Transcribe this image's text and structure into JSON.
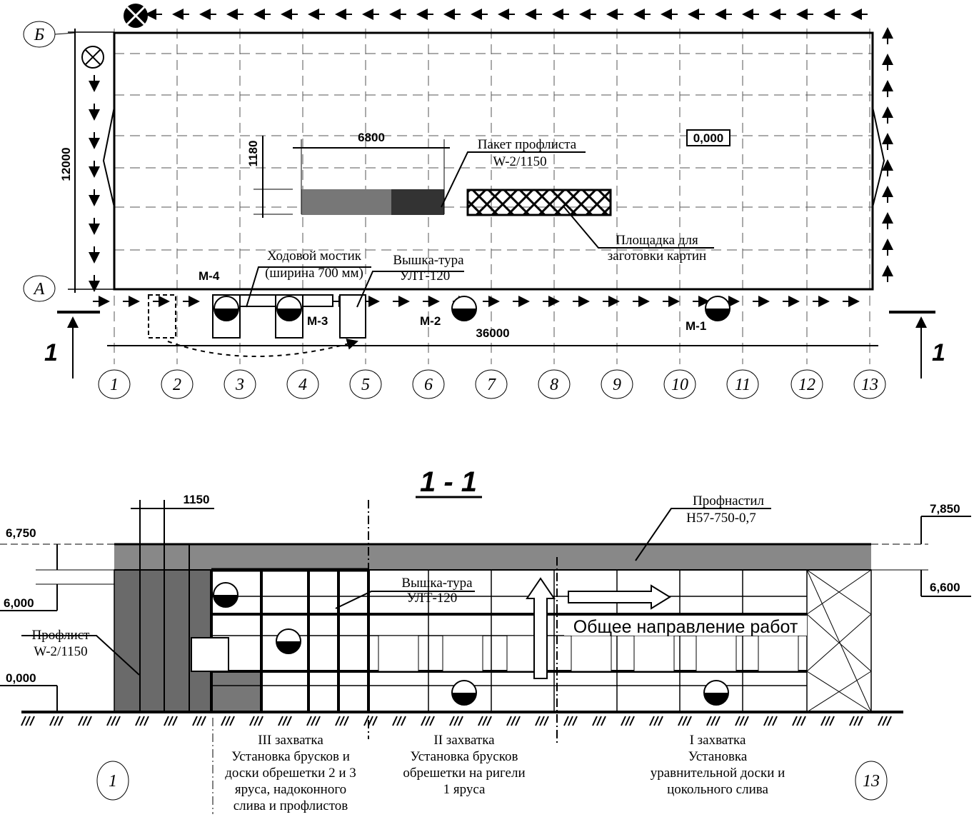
{
  "plan": {
    "row_labels": {
      "top": "Б",
      "bottom": "А"
    },
    "axis_labels": [
      "1",
      "2",
      "3",
      "4",
      "5",
      "6",
      "7",
      "8",
      "9",
      "10",
      "11",
      "12",
      "13"
    ],
    "dim_width": "36000",
    "dim_height": "12000",
    "package_length": "6800",
    "package_width": "1180",
    "level_mark": "0,000",
    "package_label": [
      "Пакет профлиста",
      "W-2/1150"
    ],
    "yard_label": [
      "Площадка для",
      "заготовки картин"
    ],
    "bridge_label": [
      "Ходовой мостик",
      "(ширина 700 мм)"
    ],
    "tower_label": [
      "Вышка-тура",
      "УЛТ-120"
    ],
    "mechanisms": [
      "М-4",
      "М-3",
      "М-2",
      "М-1"
    ],
    "section_mark": "1"
  },
  "section": {
    "title": "1 - 1",
    "dim_panel": "1150",
    "levels": [
      "6,750",
      "6,000",
      "0,000",
      "7,850",
      "6,600"
    ],
    "deck_label": [
      "Профнастил",
      "Н57-750-0,7"
    ],
    "profile_label": [
      "Профлист",
      "W-2/1150"
    ],
    "tower_label": [
      "Вышка-тура",
      "УЛТ-120"
    ],
    "direction_label": "Общее направление работ",
    "axis_labels": [
      "1",
      "13"
    ],
    "stages": [
      {
        "lines": [
          "III захватка",
          "Установка брусков и",
          "доски обрешетки 2 и 3",
          "яруса, надоконного",
          "слива и профлистов"
        ]
      },
      {
        "lines": [
          "II захватка",
          "Установка брусков",
          "обрешетки на ригели",
          "1 яруса"
        ]
      },
      {
        "lines": [
          "I захватка",
          "Установка",
          "уравнительной доски и",
          "цокольного слива"
        ]
      }
    ]
  }
}
